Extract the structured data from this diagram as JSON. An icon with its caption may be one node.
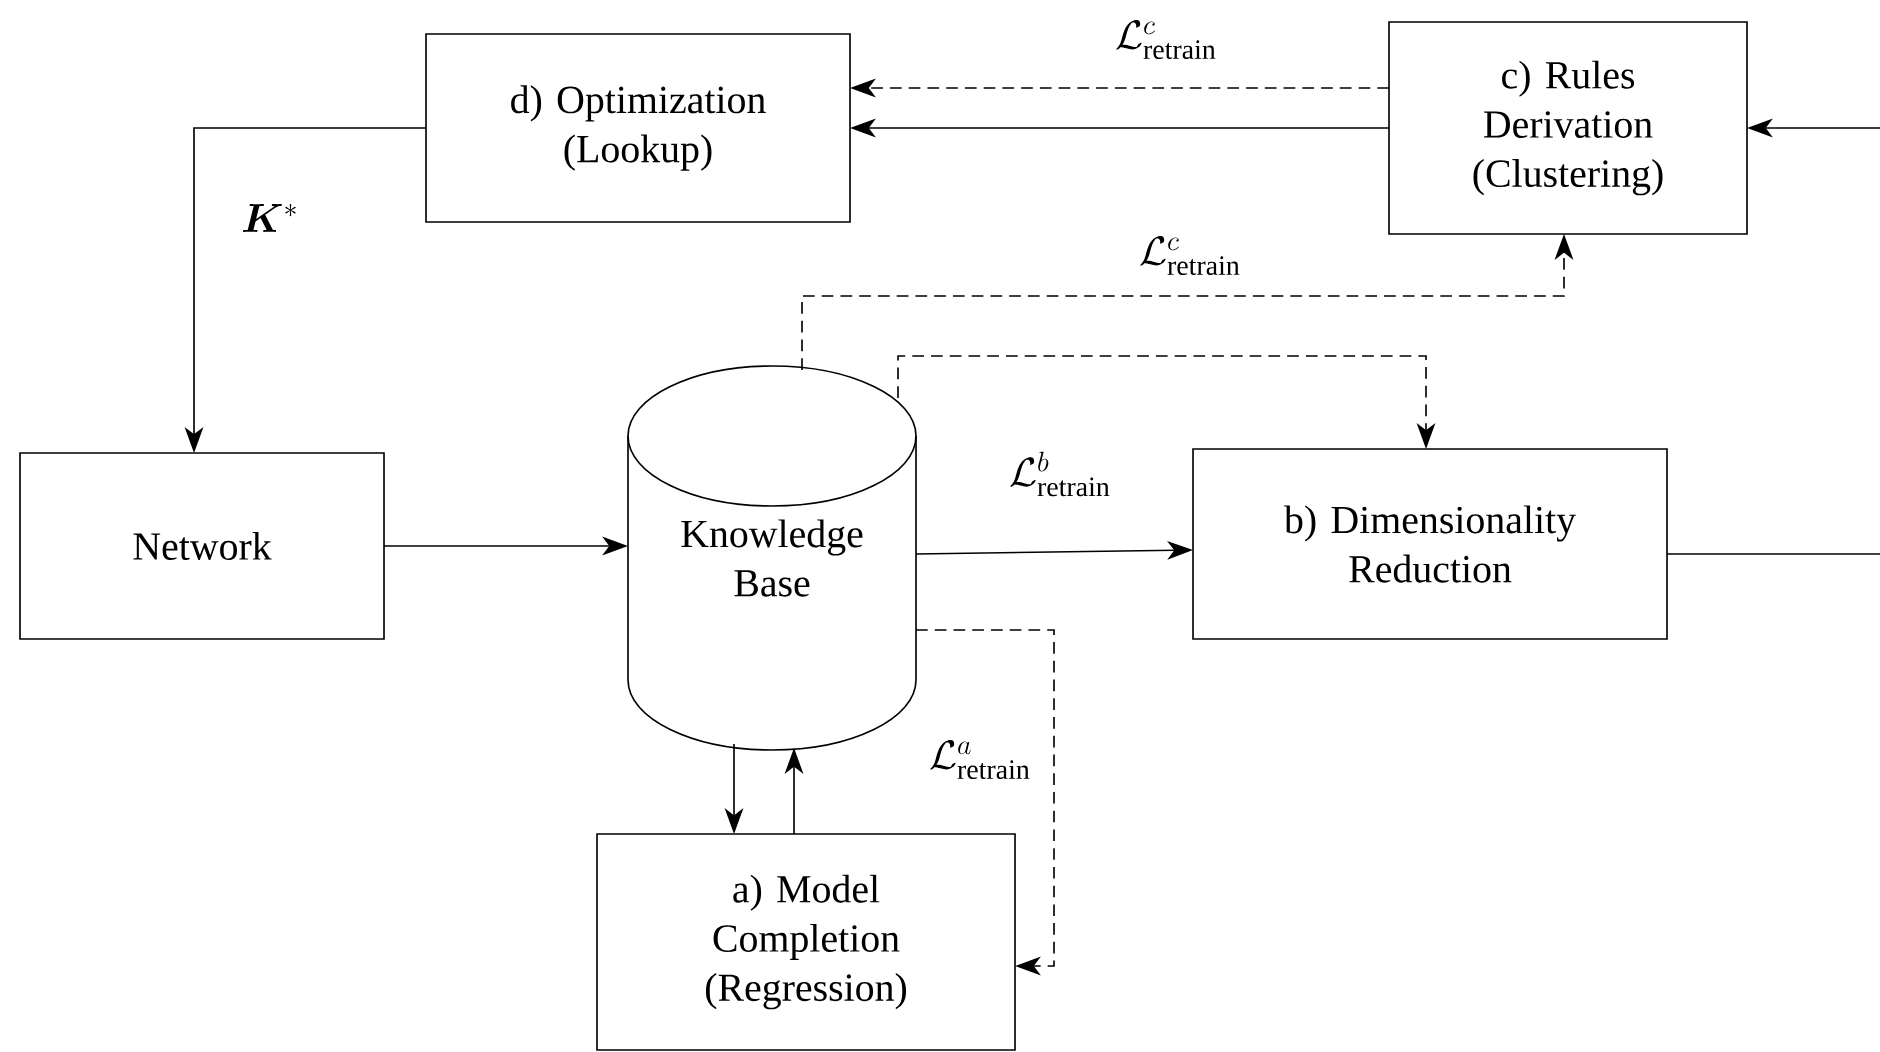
{
  "diagram": {
    "nodes": [
      {
        "text": [
          "d) Optimization (Lookup)"
        ]
      },
      {
        "text": [
          "c) Rules Derivation (Clustering)"
        ]
      },
      {
        "text": [
          "Network"
        ]
      },
      {
        "text": [
          "Knowledge Base"
        ]
      },
      {
        "text": [
          "b) Dimensionality Reduction"
        ]
      },
      {
        "text": [
          "a) Model Completion (Regression)"
        ]
      }
    ],
    "edges": [
      {
        "from": 0,
        "to": 2,
        "arrow": "to",
        "label": "\\boldsymbol{K}^{*}"
      },
      {
        "from": 1,
        "to": 0,
        "arrow": "to"
      },
      {
        "from": 1,
        "to": 0,
        "arrow": "to",
        "style": "dashed",
        "label": "\\mathcal{L}^{c}_{\\mathrm{retrain}}"
      },
      {
        "from": 3,
        "to": 1,
        "arrow": "to",
        "style": "dashed",
        "label": "\\mathcal{L}^{c}_{\\mathrm{retrain}}"
      },
      {
        "from": 3,
        "to": 4,
        "arrow": "to",
        "style": "dashed"
      },
      {
        "from": 2,
        "to": 3,
        "arrow": "to"
      },
      {
        "from": 3,
        "to": 4,
        "arrow": "to",
        "label": "\\mathcal{L}^{b}_{\\mathrm{retrain}}"
      },
      {
        "from": 4,
        "to": null,
        "arrow": "none"
      },
      {
        "from": null,
        "to": 1,
        "arrow": "to"
      },
      {
        "from": 3,
        "to": 5,
        "arrow": "to"
      },
      {
        "from": 5,
        "to": 3,
        "arrow": "to"
      },
      {
        "from": 3,
        "to": 5,
        "arrow": "to",
        "style": "dashed",
        "label": "\\mathcal{L}^{a}_{\\mathrm{retrain}}"
      }
    ]
  }
}
